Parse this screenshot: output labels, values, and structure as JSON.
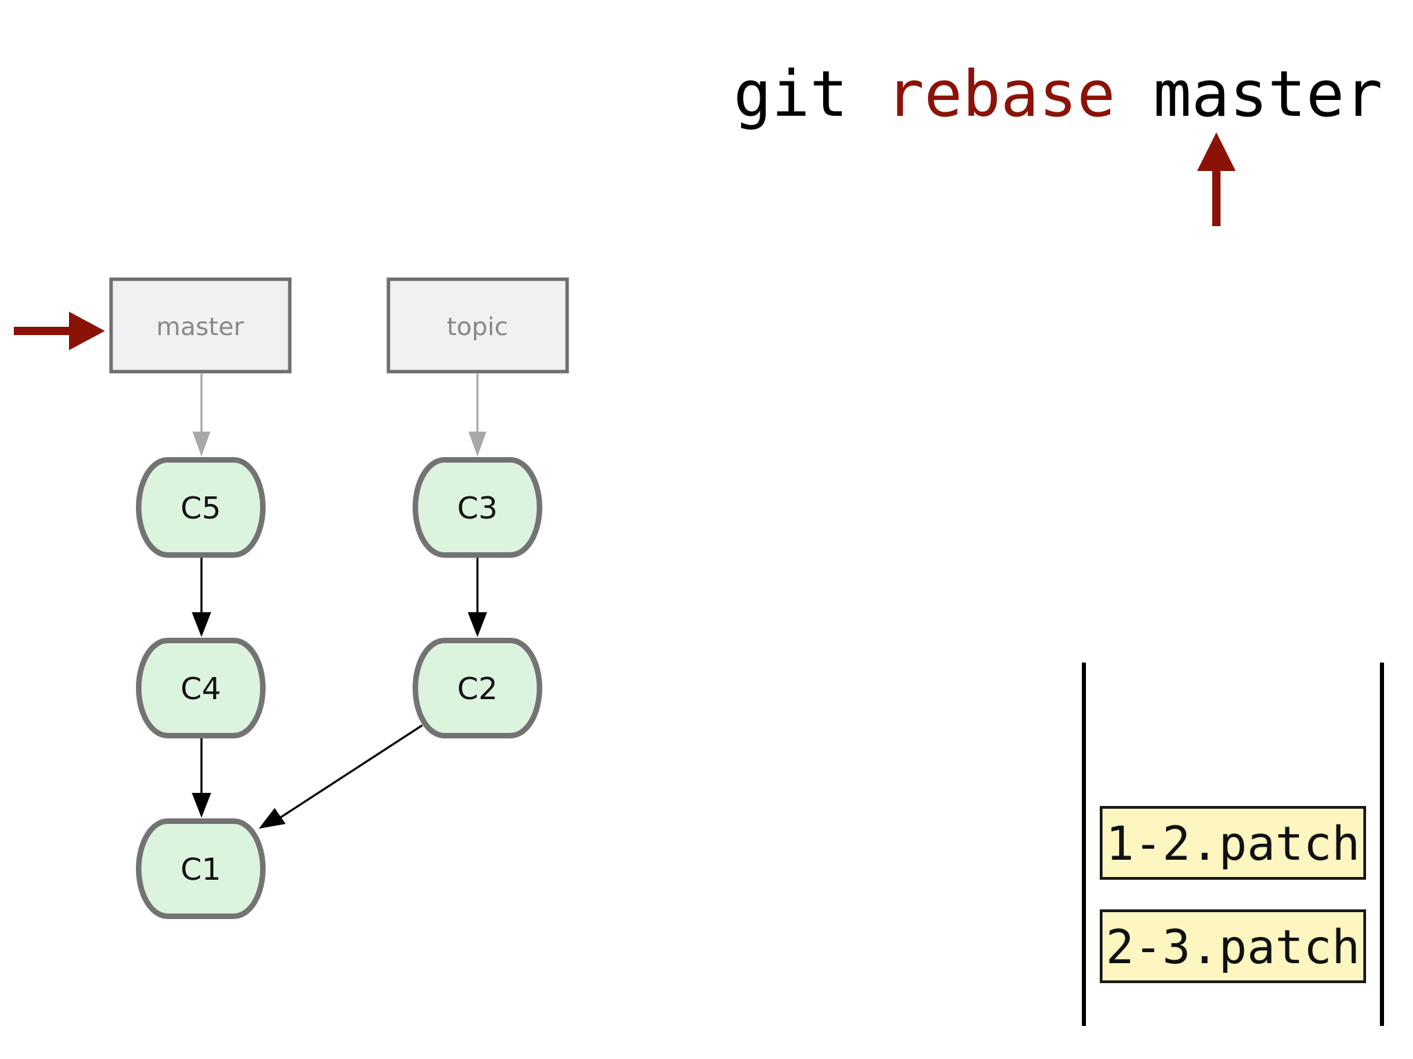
{
  "command": {
    "git": "git",
    "rebase": "rebase",
    "master": "master"
  },
  "refs": [
    {
      "id": "master",
      "label": "master"
    },
    {
      "id": "topic",
      "label": "topic"
    }
  ],
  "commits": [
    {
      "id": "C5",
      "label": "C5"
    },
    {
      "id": "C4",
      "label": "C4"
    },
    {
      "id": "C1",
      "label": "C1"
    },
    {
      "id": "C3",
      "label": "C3"
    },
    {
      "id": "C2",
      "label": "C2"
    }
  ],
  "patches": [
    {
      "id": "p12",
      "label": "1-2.patch"
    },
    {
      "id": "p23",
      "label": "2-3.patch"
    }
  ],
  "colors": {
    "accent": "#8b1207",
    "command_text": "#000000",
    "ref_fill": "#f1f0f3",
    "ref_stroke": "#6e6e6e",
    "ref_text": "#888888",
    "ref_arrow": "#a8a8a8",
    "commit_fill": "#dcf3de",
    "commit_stroke": "#737373",
    "commit_text": "#111111",
    "parent_arrow": "#000000",
    "patch_fill": "#fdf6c0",
    "patch_stroke": "#1a1a1a"
  }
}
